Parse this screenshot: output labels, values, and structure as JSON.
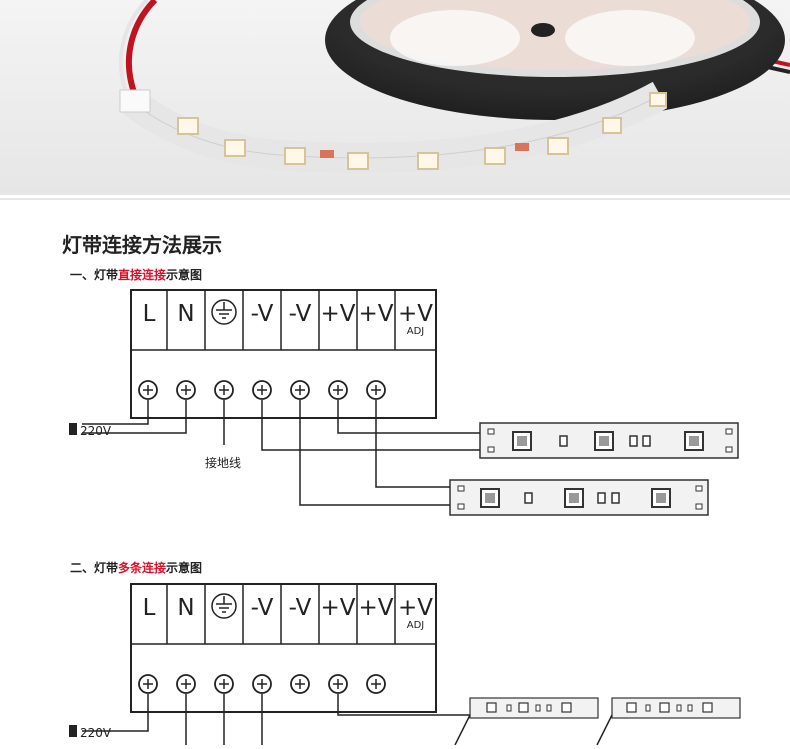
{
  "diagram_title": "灯带连接方法展示",
  "section1": {
    "prefix": "一、灯带",
    "highlight": "直接连接",
    "suffix": "示意图"
  },
  "section2": {
    "prefix": "二、灯带",
    "highlight": "多条连接",
    "suffix": "示意图"
  },
  "terminals": [
    "L",
    "N",
    "ground",
    "-V",
    "-V",
    "+V",
    "+V",
    "+V"
  ],
  "adj_label": "ADJ",
  "input_label": "220V",
  "ground_label": "接地线",
  "colors": {
    "highlight": "#e0102a",
    "line": "#222222",
    "strip_base": "#f2f2f2"
  }
}
